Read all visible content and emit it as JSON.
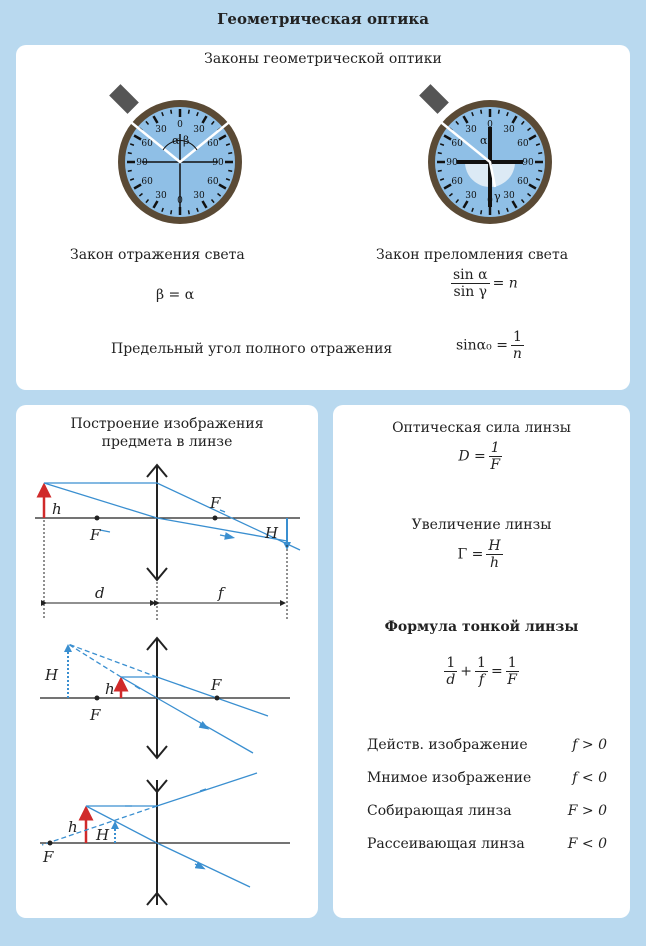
{
  "title": "Геометрическая оптика",
  "top": {
    "heading": "Законы геометрической оптики",
    "reflection": {
      "label": "Закон отражения света",
      "formula": "β = α",
      "angle_labels": [
        "α",
        "β"
      ]
    },
    "refraction": {
      "label": "Закон преломления света",
      "num": "sin α",
      "den": "sin γ",
      "rhs": "= n",
      "angle_labels": [
        "α",
        "γ"
      ]
    },
    "dial_ticks": [
      "0",
      "30",
      "60",
      "90",
      "60",
      "30",
      "0",
      "30",
      "60",
      "90",
      "60",
      "30"
    ],
    "critical": {
      "label": "Предельный угол полного отражения",
      "lhs": "sinα₀ =",
      "num": "1",
      "den": "n"
    }
  },
  "construction": {
    "heading_line1": "Построение изображения",
    "heading_line2": "предмета в линзе",
    "labels": {
      "h": "h",
      "H": "H",
      "F": "F",
      "d": "d",
      "f": "f"
    }
  },
  "formulas": {
    "power": {
      "label": "Оптическая сила линзы",
      "lhs": "D =",
      "num": "1",
      "den": "F"
    },
    "magnification": {
      "label": "Увеличение линзы",
      "lhs": "Γ =",
      "num": "H",
      "den": "h"
    },
    "thin_lens": {
      "label": "Формула тонкой линзы",
      "t1n": "1",
      "t1d": "d",
      "t2n": "1",
      "t2d": "f",
      "rn": "1",
      "rd": "F"
    },
    "rules": [
      {
        "label": "Действ. изображение",
        "cond": "f > 0"
      },
      {
        "label": "Мнимое изображение",
        "cond": "f < 0"
      },
      {
        "label": "Собирающая линза",
        "cond": "F > 0"
      },
      {
        "label": "Рассеивающая линза",
        "cond": "F < 0"
      }
    ]
  },
  "colors": {
    "background": "#b9d9ef",
    "ray": "#3a8fd0",
    "object": "#d02a2a",
    "dial": "#8fbfe6",
    "rim": "#5a4a35"
  }
}
